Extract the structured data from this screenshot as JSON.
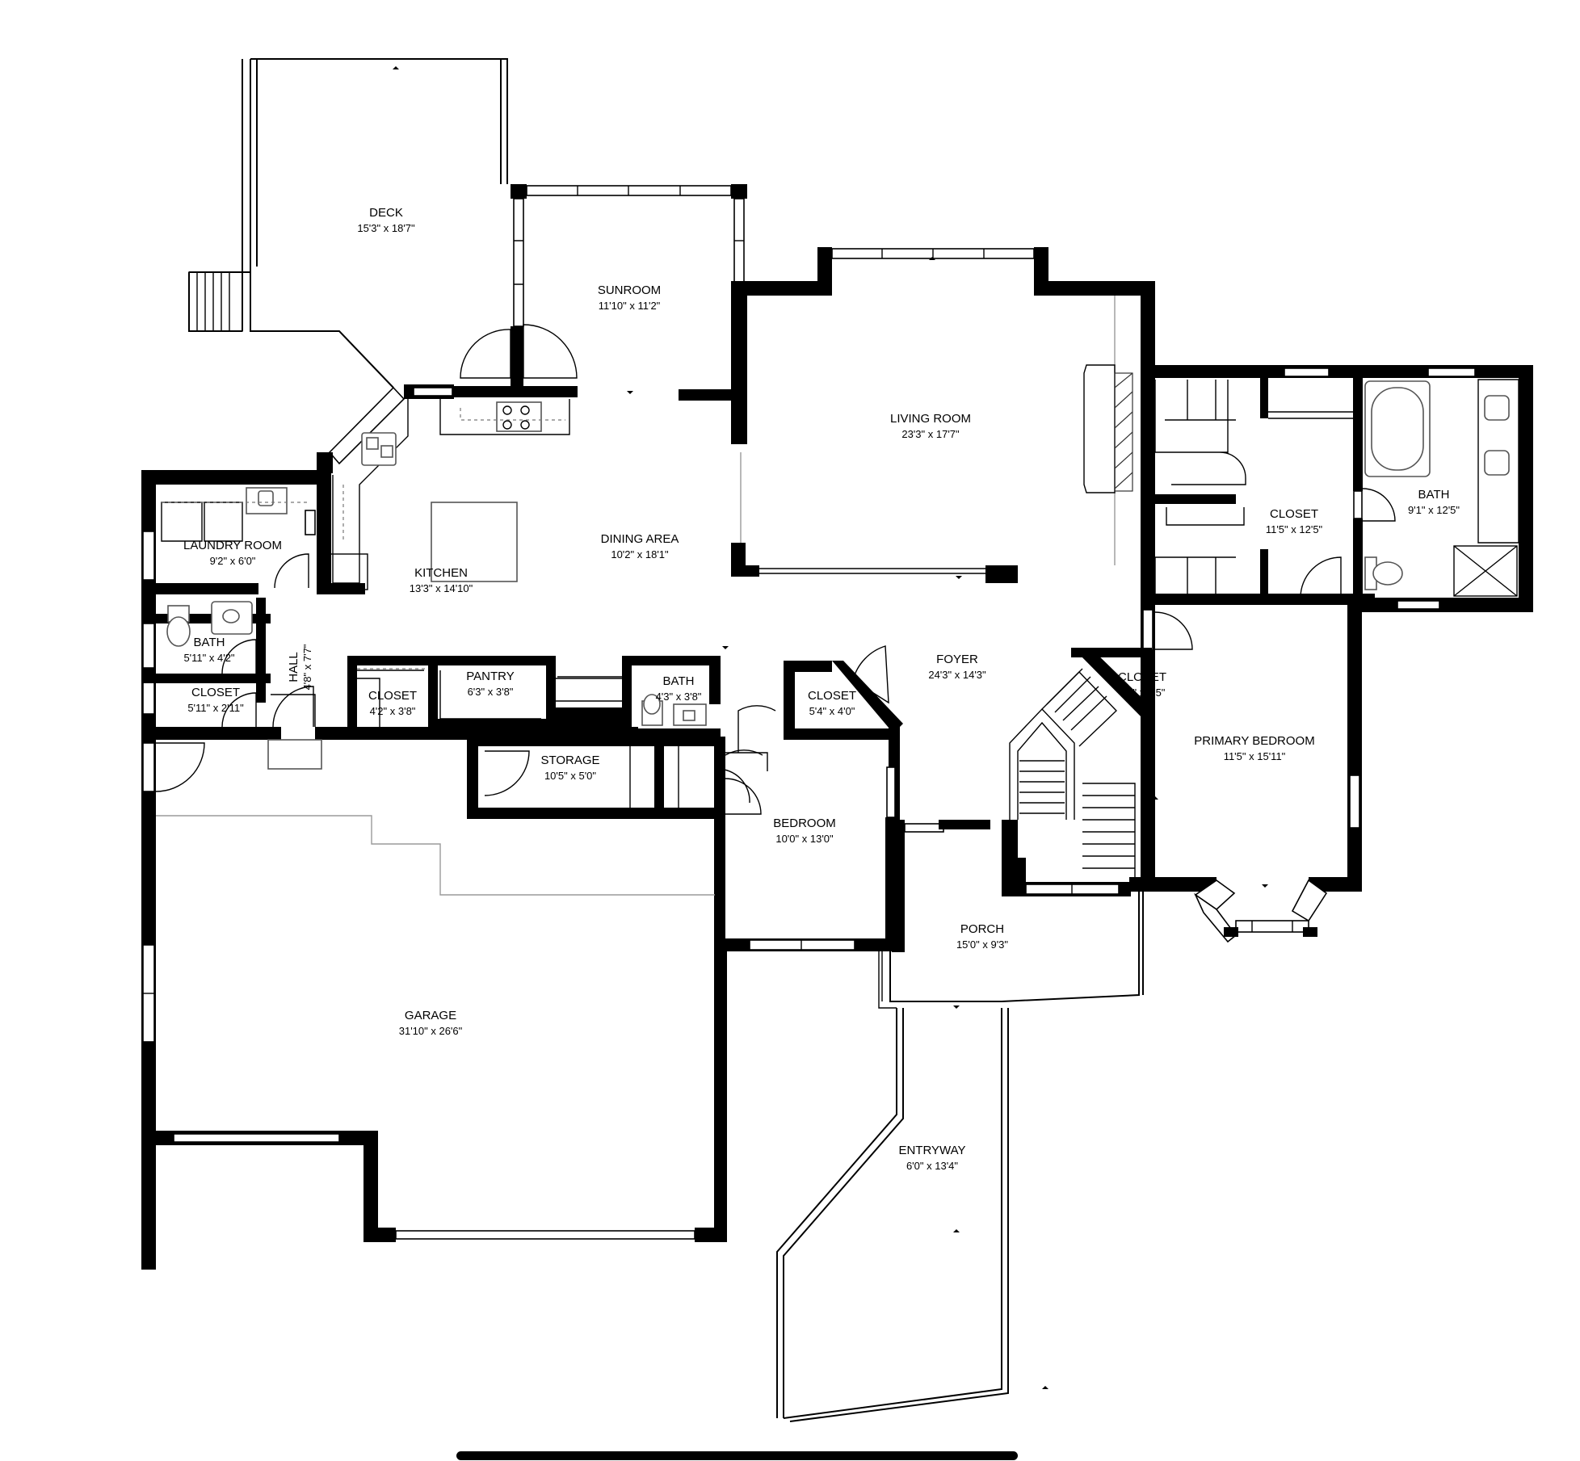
{
  "rooms": [
    {
      "id": "deck",
      "name": "DECK",
      "dims": "15'3\" x 18'7\""
    },
    {
      "id": "sunroom",
      "name": "SUNROOM",
      "dims": "11'10\" x 11'2\""
    },
    {
      "id": "living-room",
      "name": "LIVING ROOM",
      "dims": "23'3\" x 17'7\""
    },
    {
      "id": "primary-closet",
      "name": "CLOSET",
      "dims": "11'5\" x 12'5\""
    },
    {
      "id": "primary-bath",
      "name": "BATH",
      "dims": "9'1\" x 12'5\""
    },
    {
      "id": "laundry-room",
      "name": "LAUNDRY ROOM",
      "dims": "9'2\" x 6'0\""
    },
    {
      "id": "kitchen",
      "name": "KITCHEN",
      "dims": "13'3\" x 14'10\""
    },
    {
      "id": "dining-area",
      "name": "DINING AREA",
      "dims": "10'2\" x 18'1\""
    },
    {
      "id": "bath-small",
      "name": "BATH",
      "dims": "5'11\" x 4'2\""
    },
    {
      "id": "hall",
      "name": "HALL",
      "dims": "4'8\" x 7'7\""
    },
    {
      "id": "closet-laundry",
      "name": "CLOSET",
      "dims": "5'11\" x 2'11\""
    },
    {
      "id": "closet-hall",
      "name": "CLOSET",
      "dims": "4'2\" x 3'8\""
    },
    {
      "id": "pantry",
      "name": "PANTRY",
      "dims": "6'3\" x 3'8\""
    },
    {
      "id": "bath-half",
      "name": "BATH",
      "dims": "4'3\" x 3'8\""
    },
    {
      "id": "closet-foyer",
      "name": "CLOSET",
      "dims": "5'4\" x 4'0\""
    },
    {
      "id": "foyer",
      "name": "FOYER",
      "dims": "24'3\" x 14'3\""
    },
    {
      "id": "closet-stair",
      "name": "CLOSET",
      "dims": "7'7\" x 1'5\""
    },
    {
      "id": "primary-bedroom",
      "name": "PRIMARY BEDROOM",
      "dims": "11'5\" x 15'11\""
    },
    {
      "id": "storage",
      "name": "STORAGE",
      "dims": "10'5\" x 5'0\""
    },
    {
      "id": "bedroom",
      "name": "BEDROOM",
      "dims": "10'0\" x 13'0\""
    },
    {
      "id": "porch",
      "name": "PORCH",
      "dims": "15'0\" x 9'3\""
    },
    {
      "id": "garage",
      "name": "GARAGE",
      "dims": "31'10\" x 26'6\""
    },
    {
      "id": "entryway",
      "name": "ENTRYWAY",
      "dims": "6'0\" x 13'4\""
    }
  ],
  "colors": {
    "walls": "#000000",
    "background": "#ffffff",
    "lines": "#000000"
  }
}
